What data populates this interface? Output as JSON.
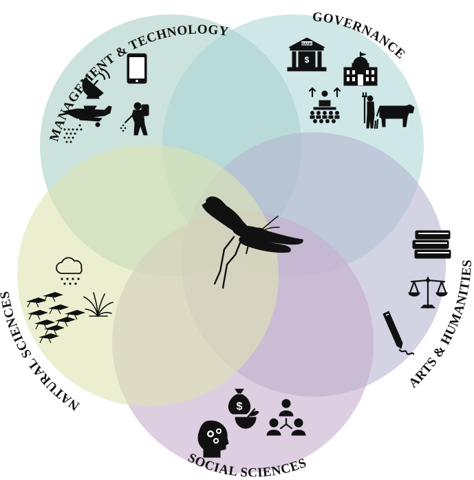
{
  "diagram": {
    "center": {
      "icon": "locust-icon"
    },
    "circles": [
      {
        "id": "management-technology",
        "label": "MANAGEMENT & TECHNOLOGY",
        "color": "#a8cfc6",
        "icons": [
          "satellite-dish-icon",
          "tablet-icon",
          "crop-duster-plane-icon",
          "sprayer-person-icon"
        ]
      },
      {
        "id": "governance",
        "label": "GOVERNANCE",
        "color": "#a9d3d4",
        "icons": [
          "bank-icon",
          "government-building-icon",
          "meeting-assembly-icon",
          "farmer-cow-icon"
        ],
        "bank_sign": "BANK",
        "bank_symbol": "$"
      },
      {
        "id": "arts-humanities",
        "label": "ARTS & HUMANITIES",
        "color": "#b5b5d2",
        "icons": [
          "books-stack-icon",
          "justice-scales-icon",
          "pencil-writing-icon"
        ]
      },
      {
        "id": "social-sciences",
        "label": "SOCIAL SCIENCES",
        "color": "#c6aecd",
        "icons": [
          "money-bag-icon",
          "food-bowl-icon",
          "network-people-icon",
          "brain-gears-icon"
        ],
        "money_symbol": "$"
      },
      {
        "id": "natural-sciences",
        "label": "NATURAL SCIENCES",
        "color": "#dde5b0",
        "icons": [
          "rain-cloud-icon",
          "locust-swarm-icon",
          "grass-plant-icon"
        ]
      }
    ]
  }
}
